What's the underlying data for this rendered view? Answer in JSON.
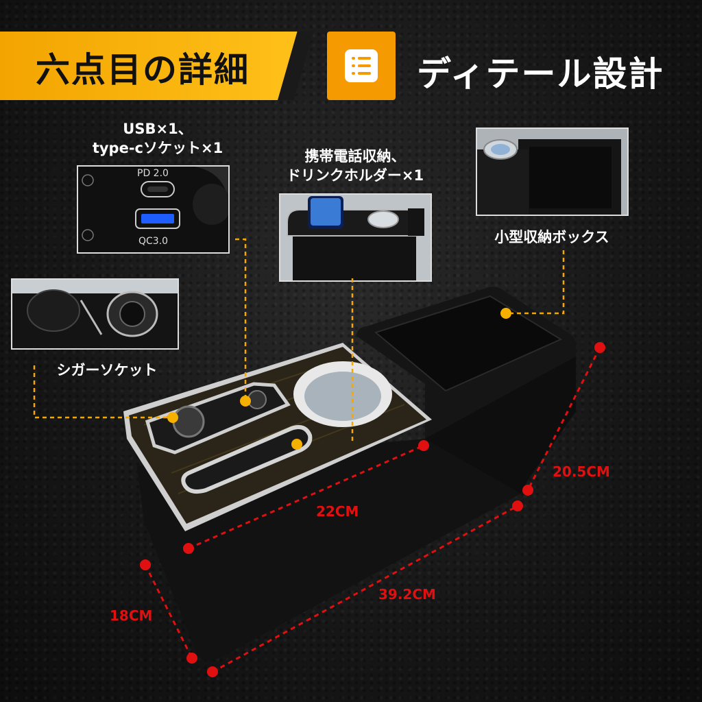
{
  "header": {
    "left_title": "六点目の詳細",
    "right_title": "ディテール設計",
    "icon": "list-icon"
  },
  "callouts": {
    "usb": {
      "line1": "USB×1、",
      "line2": "type-cソケット×1"
    },
    "phone": {
      "line1": "携帯電話収納、",
      "line2": "ドリンクホルダー×1"
    },
    "box": {
      "text": "小型収納ボックス"
    },
    "cigar": {
      "text": "シガーソケット"
    }
  },
  "usb_photo": {
    "top_port": "PD 2.0",
    "bottom_port": "QC3.0"
  },
  "dimensions": {
    "depth_right": "20.5CM",
    "width_top": "22CM",
    "length": "39.2CM",
    "height": "18CM"
  },
  "colors": {
    "accent": "#f5a900",
    "dimension": "#e01010"
  }
}
